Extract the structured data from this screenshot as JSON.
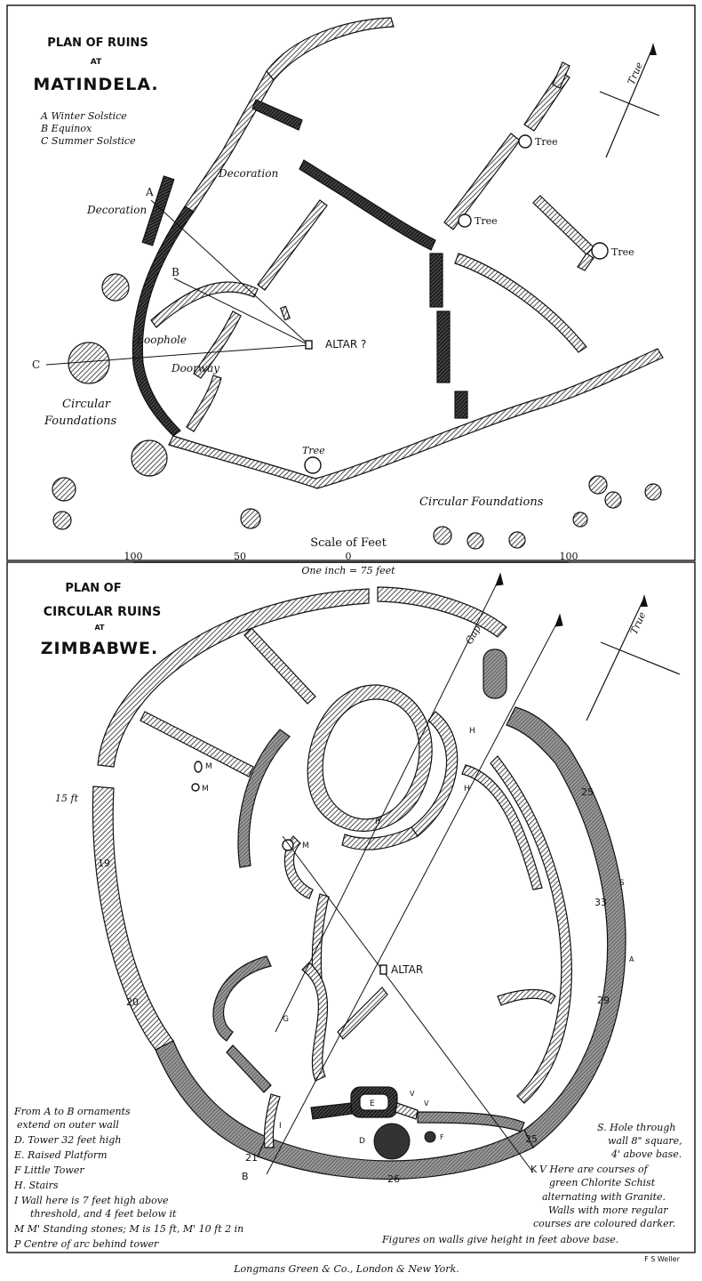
{
  "matindela": {
    "title": [
      "PLAN OF RUINS",
      "AT",
      "MATINDELA."
    ],
    "legend": [
      "A  Winter Solstice",
      "B  Equinox",
      "C  Summer Solstice"
    ],
    "north_label": "True",
    "labels": {
      "decoration_1": "Decoration",
      "decoration_2": "Decoration",
      "loophole": "Loophole",
      "doorway": "Doorway",
      "altar": "ALTAR ?",
      "circ_1_a": "Circular",
      "circ_1_b": "Foundations",
      "circ_2": "Circular Foundations",
      "tree": "Tree",
      "point_a": "A",
      "point_b": "B",
      "point_c": "C"
    }
  },
  "scale": {
    "title": "Scale of Feet",
    "ticks": [
      "100",
      "50",
      "0",
      "100"
    ],
    "note": "One inch = 75 feet"
  },
  "zimbabwe": {
    "title": [
      "PLAN OF",
      "CIRCULAR RUINS",
      "AT",
      "ZIMBABWE."
    ],
    "north_label": "True",
    "gap_label": "Gap",
    "altar": "ALTAR",
    "wall_heights": [
      "19",
      "20",
      "21",
      "26",
      "25",
      "25",
      "33",
      "29"
    ],
    "height_15": "15 ft",
    "letters": {
      "M": "M",
      "P": "P",
      "G": "G",
      "H": "H",
      "S": "S",
      "A": "A",
      "B": "B",
      "K": "K",
      "I": "I",
      "E": "E",
      "D": "D",
      "F": "F",
      "V": "V"
    },
    "legend_left": [
      "From A to B ornaments",
      "extend on outer wall",
      "D. Tower 32 feet high",
      "E. Raised Platform",
      "F  Little Tower",
      "H. Stairs",
      "I   Wall here is 7 feet high above",
      "threshold, and 4 feet below it",
      "M M' Standing stones; M is 15 ft, M' 10 ft 2 in",
      "P  Centre of arc behind tower"
    ],
    "legend_right": [
      "S. Hole through",
      "wall 8\" square,",
      "4' above base.",
      "V  Here are courses of",
      "green Chlorite Schist",
      "alternating with Granite.",
      "Walls with more regular",
      "courses are coloured darker.",
      "Figures on walls give height in feet above base."
    ]
  },
  "footer": {
    "publisher": "Longmans Green & Co., London & New York.",
    "engraver": "F S Weller"
  }
}
